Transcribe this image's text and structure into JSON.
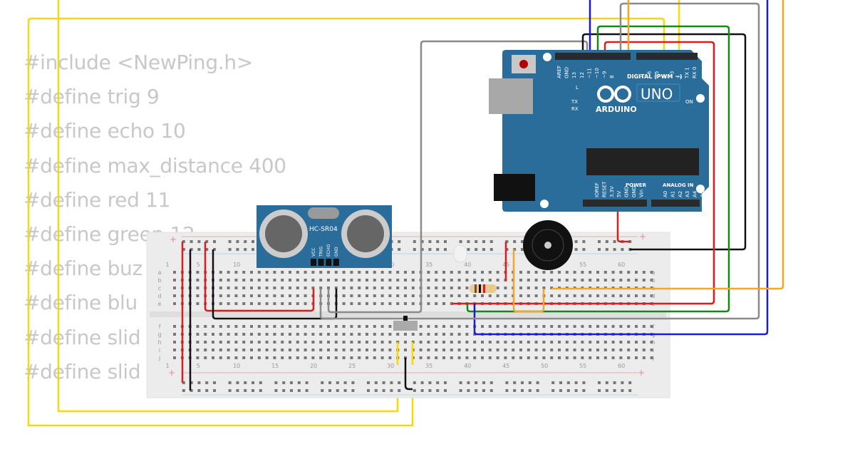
{
  "code_overlay": {
    "lines": [
      "#include <NewPing.h>",
      "#define trig 9",
      "#define echo 10",
      "#define max_distance 400",
      "#define red 11",
      "#define green 12",
      "#define buz",
      "#define blu",
      "#define slid",
      "#define slid"
    ]
  },
  "arduino": {
    "logo_text": "ARDUINO",
    "model": "UNO",
    "digital_header_label": "DIGITAL (PWM ~)",
    "digital_pins": [
      "AREF",
      "GND",
      "13",
      "12",
      "~11",
      "~10",
      "~9",
      "8",
      "7",
      "~6",
      "~5",
      "4",
      "~3",
      "2",
      "TX 1",
      "RX 0"
    ],
    "power_header_label": "POWER",
    "power_pins": [
      "IOREF",
      "RESET",
      "3.3V",
      "5V",
      "GND",
      "GND",
      "Vin"
    ],
    "analog_header_label": "ANALOG IN",
    "analog_pins": [
      "A0",
      "A1",
      "A2",
      "A3",
      "A4",
      "A5"
    ],
    "led_labels": {
      "l": "L",
      "tx": "TX",
      "rx": "RX",
      "on": "ON"
    }
  },
  "sensor": {
    "model": "HC-SR04",
    "pins": [
      "VCC",
      "TRIG",
      "ECHO",
      "GND"
    ]
  },
  "breadboard": {
    "column_labels": [
      "1",
      "5",
      "10",
      "15",
      "20",
      "25",
      "30",
      "35",
      "40",
      "45",
      "50",
      "55",
      "60"
    ],
    "row_labels_top": [
      "a",
      "b",
      "c",
      "d",
      "e"
    ],
    "row_labels_bottom": [
      "f",
      "g",
      "h",
      "i",
      "j"
    ],
    "rail_plus": "+",
    "rail_minus": "-"
  },
  "colors": {
    "arduino_board": "#2a6d9b",
    "wire_red": "#e01b1b",
    "wire_black": "#111111",
    "wire_yellow": "#f5d90a",
    "wire_orange": "#f5a623",
    "wire_green": "#138a13",
    "wire_blue": "#1a1adf",
    "wire_gray": "#8a8a8a",
    "code_text": "#c8c8c8"
  }
}
